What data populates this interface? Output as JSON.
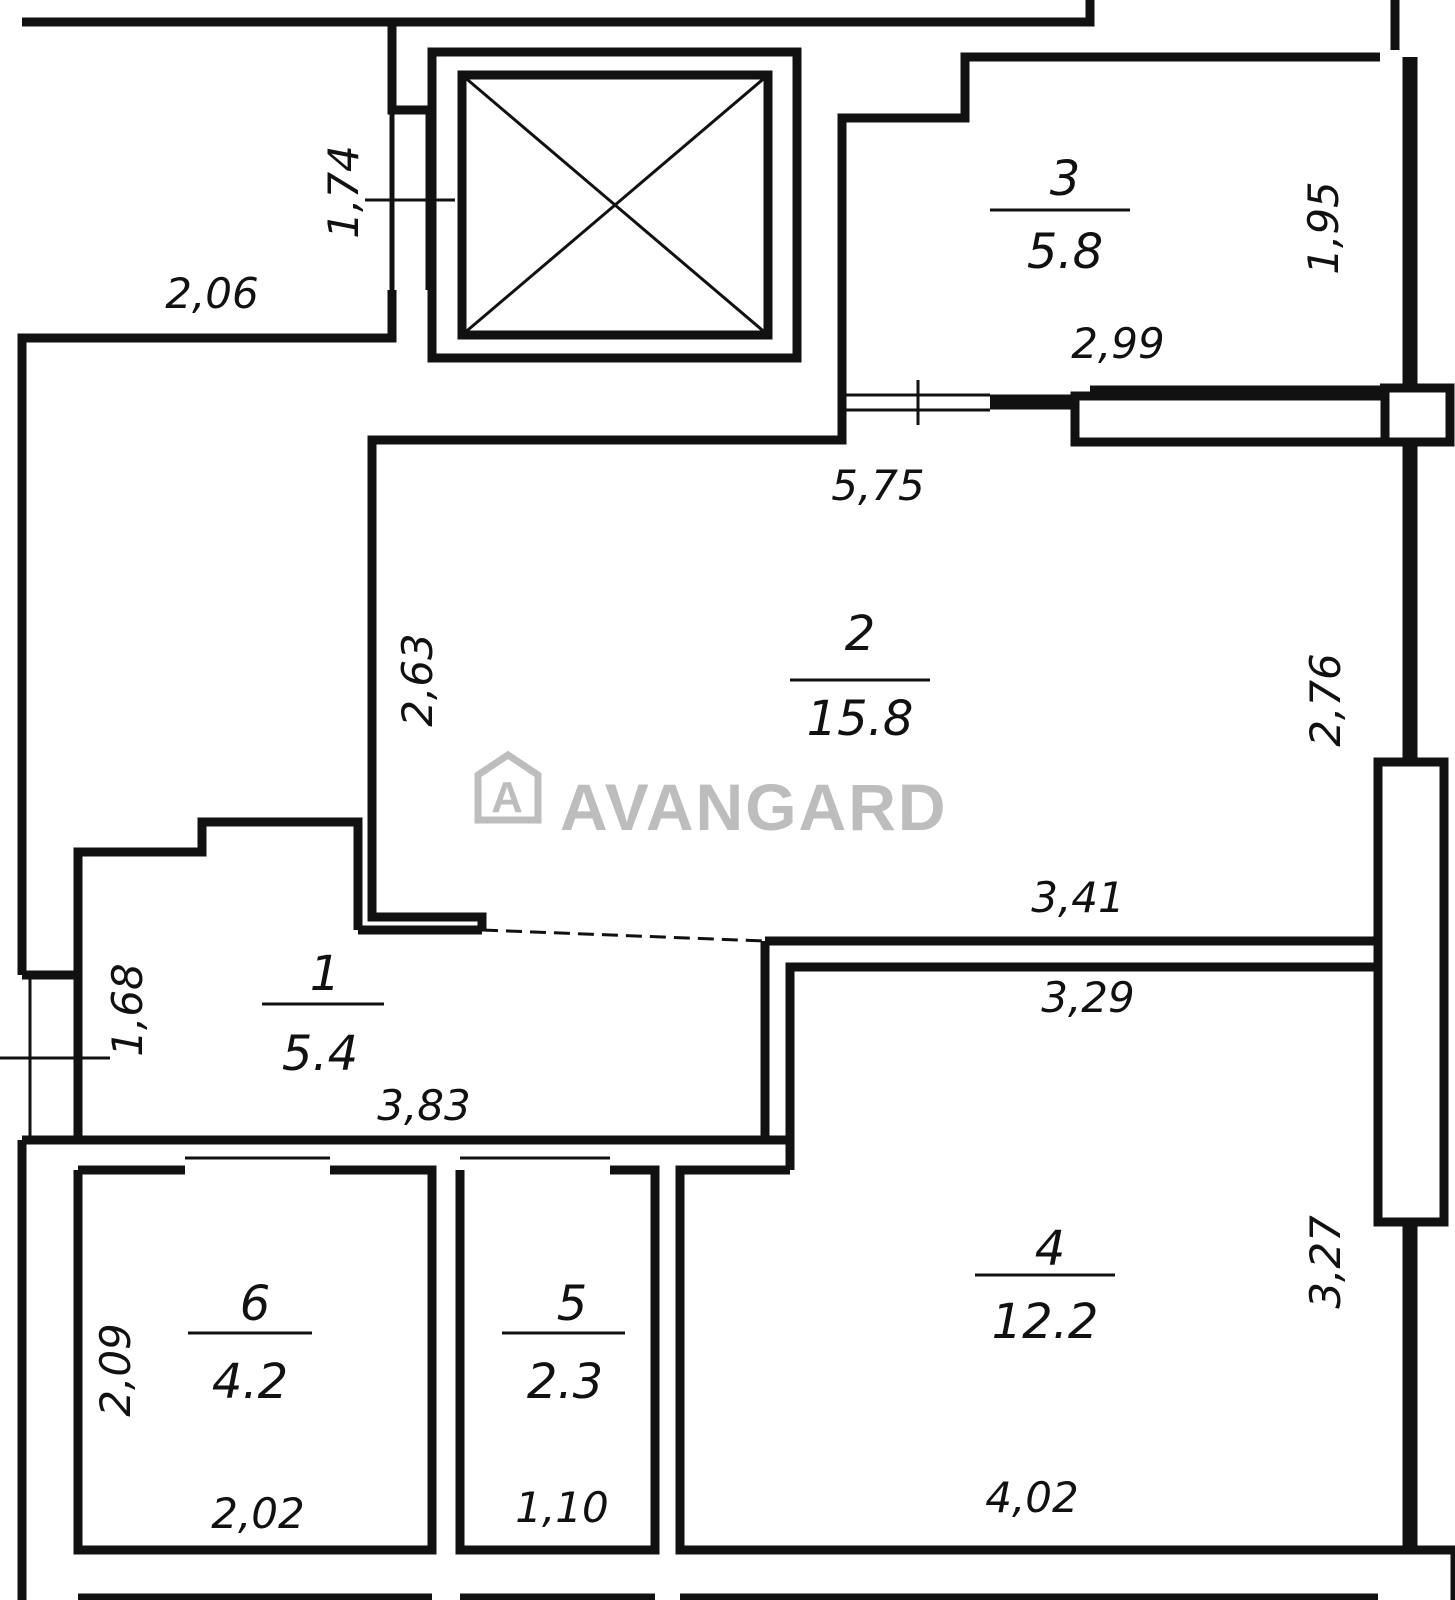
{
  "brand": {
    "name": "AVANGARD",
    "logo_letter": "A",
    "color": "#bdbdbd"
  },
  "rooms": [
    {
      "number": "1",
      "area": "5.4"
    },
    {
      "number": "2",
      "area": "15.8"
    },
    {
      "number": "3",
      "area": "5.8"
    },
    {
      "number": "4",
      "area": "12.2"
    },
    {
      "number": "5",
      "area": "2.3"
    },
    {
      "number": "6",
      "area": "4.2"
    }
  ],
  "dimensions": {
    "corridor_width": "1,74",
    "corridor_length": "2,06",
    "room3_width": "2,99",
    "room3_depth": "1,95",
    "room2_top": "5,75",
    "room2_left": "2,63",
    "room2_right": "2,76",
    "room2_bottom": "3,41",
    "room1_height": "1,68",
    "room1_width": "3,83",
    "room4_top": "3,29",
    "room4_right": "3,27",
    "room4_bottom": "4,02",
    "room6_height": "2,09",
    "room6_width": "2,02",
    "room5_width": "1,10"
  }
}
